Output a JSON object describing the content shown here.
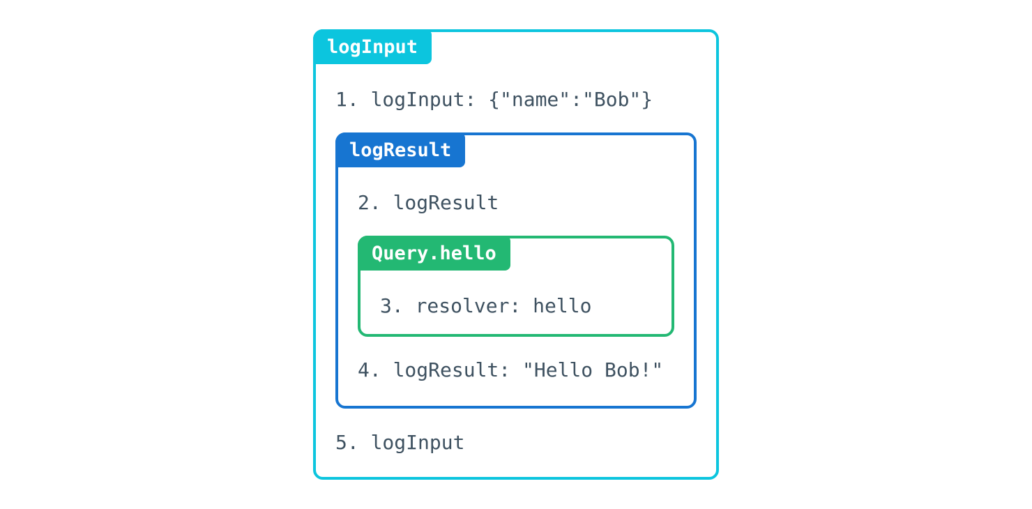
{
  "colors": {
    "cyan": "#0cc5de",
    "blue": "#1775d1",
    "green": "#23b873",
    "text": "#3e5160",
    "background": "#ffffff"
  },
  "diagram": {
    "outer": {
      "label": "logInput",
      "step1": "1. logInput: {\"name\":\"Bob\"}",
      "step5": "5. logInput",
      "middle": {
        "label": "logResult",
        "step2": "2. logResult",
        "step4": "4. logResult: \"Hello Bob!\"",
        "inner": {
          "label": "Query.hello",
          "step3": "3. resolver: hello"
        }
      }
    }
  }
}
